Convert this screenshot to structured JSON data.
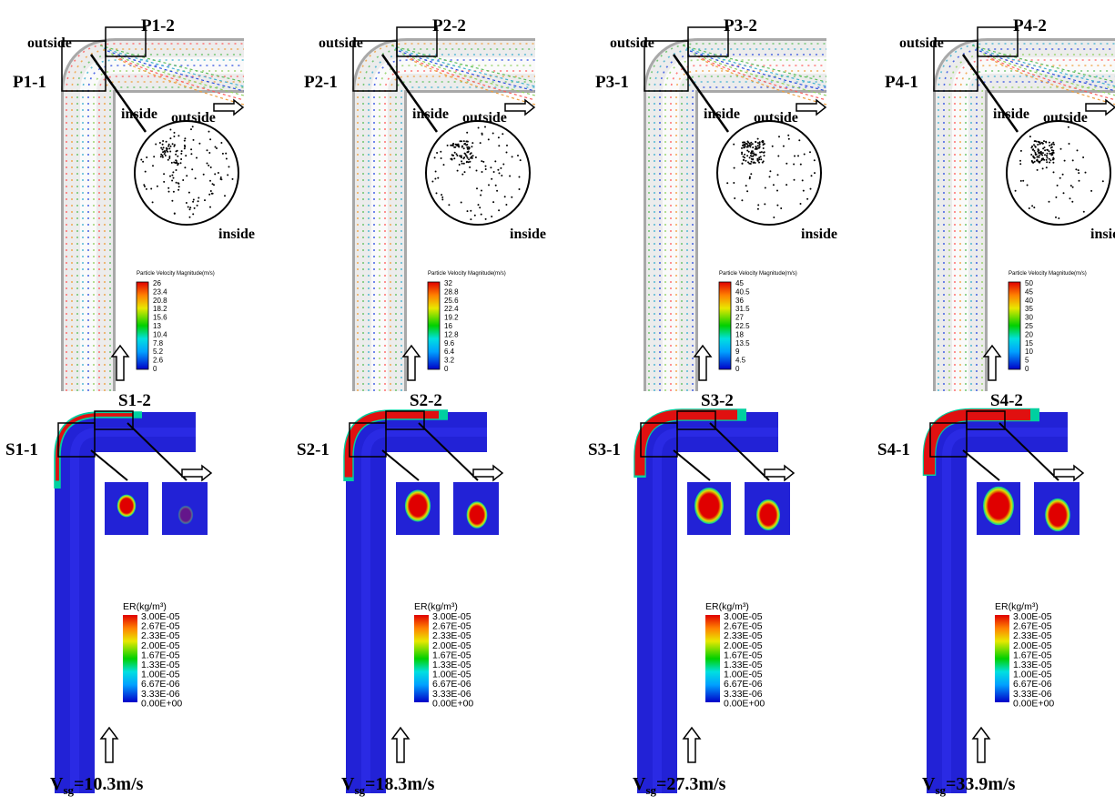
{
  "panels": [
    {
      "top": {
        "box1": "P1-1",
        "box2": "P1-2",
        "outside_top": "outside",
        "inside_line": "inside",
        "outside_circle": "outside",
        "inside_circle": "inside",
        "legend": {
          "title": "Particle Velocity Magnitude(m/s)",
          "ticks": [
            "26",
            "23.4",
            "20.8",
            "18.2",
            "15.6",
            "13",
            "10.4",
            "7.8",
            "5.2",
            "2.6",
            "0"
          ]
        }
      },
      "bottom": {
        "box1": "S1-1",
        "box2": "S1-2",
        "red_level": 0.15,
        "legend": {
          "title": "ER(kg/m³)",
          "ticks": [
            "3.00E-05",
            "2.67E-05",
            "2.33E-05",
            "2.00E-05",
            "1.67E-05",
            "1.33E-05",
            "1.00E-05",
            "6.67E-06",
            "3.33E-06",
            "0.00E+00"
          ]
        }
      },
      "vsg": {
        "prefix": "V",
        "sub": "sg",
        "value": "=10.3m/s"
      }
    },
    {
      "top": {
        "box1": "P2-1",
        "box2": "P2-2",
        "outside_top": "outside",
        "inside_line": "inside",
        "outside_circle": "outside",
        "inside_circle": "inside",
        "legend": {
          "title": "Particle Velocity Magnitude(m/s)",
          "ticks": [
            "32",
            "28.8",
            "25.6",
            "22.4",
            "19.2",
            "16",
            "12.8",
            "9.6",
            "6.4",
            "3.2",
            "0"
          ]
        }
      },
      "bottom": {
        "box1": "S2-1",
        "box2": "S2-2",
        "red_level": 0.55,
        "legend": {
          "title": "ER(kg/m³)",
          "ticks": [
            "3.00E-05",
            "2.67E-05",
            "2.33E-05",
            "2.00E-05",
            "1.67E-05",
            "1.33E-05",
            "1.00E-05",
            "6.67E-06",
            "3.33E-06",
            "0.00E+00"
          ]
        }
      },
      "vsg": {
        "prefix": "V",
        "sub": "sg",
        "value": "=18.3m/s"
      }
    },
    {
      "top": {
        "box1": "P3-1",
        "box2": "P3-2",
        "outside_top": "outside",
        "inside_line": "inside",
        "outside_circle": "outside",
        "inside_circle": "inside",
        "legend": {
          "title": "Particle Velocity Magnitude(m/s)",
          "ticks": [
            "45",
            "40.5",
            "36",
            "31.5",
            "27",
            "22.5",
            "18",
            "13.5",
            "9",
            "4.5",
            "0"
          ]
        }
      },
      "bottom": {
        "box1": "S3-1",
        "box2": "S3-2",
        "red_level": 0.75,
        "legend": {
          "title": "ER(kg/m³)",
          "ticks": [
            "3.00E-05",
            "2.67E-05",
            "2.33E-05",
            "2.00E-05",
            "1.67E-05",
            "1.33E-05",
            "1.00E-05",
            "6.67E-06",
            "3.33E-06",
            "0.00E+00"
          ]
        }
      },
      "vsg": {
        "prefix": "V",
        "sub": "sg",
        "value": "=27.3m/s"
      }
    },
    {
      "top": {
        "box1": "P4-1",
        "box2": "P4-2",
        "outside_top": "outside",
        "inside_line": "inside",
        "outside_circle": "outside",
        "inside_circle": "inside",
        "legend": {
          "title": "Particle Velocity Magnitude(m/s)",
          "ticks": [
            "50",
            "45",
            "40",
            "35",
            "30",
            "25",
            "20",
            "15",
            "10",
            "5",
            "0"
          ]
        }
      },
      "bottom": {
        "box1": "S4-1",
        "box2": "S4-2",
        "red_level": 0.85,
        "legend": {
          "title": "ER(kg/m³)",
          "ticks": [
            "3.00E-05",
            "2.67E-05",
            "2.33E-05",
            "2.00E-05",
            "1.67E-05",
            "1.33E-05",
            "1.00E-05",
            "6.67E-06",
            "3.33E-06",
            "0.00E+00"
          ]
        }
      },
      "vsg": {
        "prefix": "V",
        "sub": "sg",
        "value": "=33.9m/s"
      }
    }
  ],
  "colors": {
    "pipe_blue": "#2222d6",
    "erosion_red": "#e01010",
    "pipe_grey": "#d4d4d4"
  }
}
